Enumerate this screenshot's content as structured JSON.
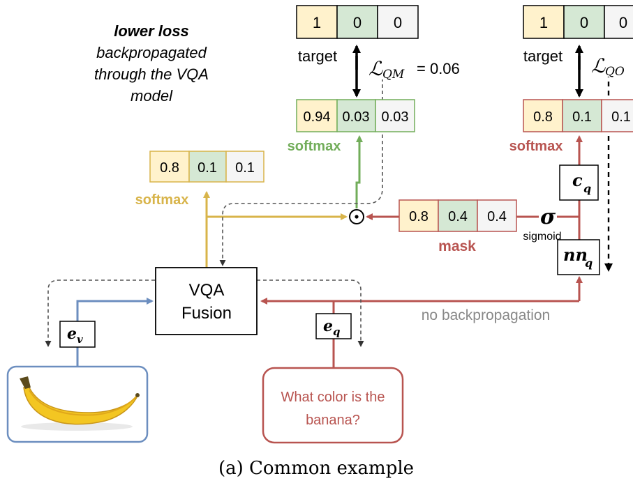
{
  "caption": "(a) Common example",
  "annotation": {
    "line1": "lower loss",
    "line2": "backpropagated",
    "line3": "through the VQA",
    "line4": "model"
  },
  "target_left": {
    "label": "target",
    "values": [
      "1",
      "0",
      "0"
    ]
  },
  "target_right": {
    "label": "target",
    "values": [
      "1",
      "0",
      "0"
    ]
  },
  "loss_qm": {
    "symbol": "ℒ",
    "subscript": "QM",
    "value": "= 0.06"
  },
  "loss_qo": {
    "symbol": "ℒ",
    "subscript": "QO"
  },
  "prob_qm": {
    "label": "softmax",
    "values": [
      "0.94",
      "0.03",
      "0.03"
    ]
  },
  "prob_q": {
    "label": "softmax",
    "values": [
      "0.8",
      "0.1",
      "0.1"
    ]
  },
  "prob_vqa": {
    "label": "softmax",
    "values": [
      "0.8",
      "0.1",
      "0.1"
    ]
  },
  "mask": {
    "label": "mask",
    "values": [
      "0.8",
      "0.4",
      "0.4"
    ]
  },
  "sigma": {
    "symbol": "σ",
    "label": "sigmoid"
  },
  "odot": "⊙",
  "c_q": {
    "base": "c",
    "sub": "q"
  },
  "nn_q": {
    "base": "nn",
    "sub": "q"
  },
  "e_v": {
    "base": "e",
    "sub": "v"
  },
  "e_q": {
    "base": "e",
    "sub": "q"
  },
  "fusion": {
    "line1": "VQA",
    "line2": "Fusion"
  },
  "no_backprop": "no backpropagation",
  "question": {
    "line1": "What color is the",
    "line2": "banana?"
  },
  "image_alt": "banana",
  "colors": {
    "yellow": "#d8b44a",
    "green": "#72ad5a",
    "red": "#b85450",
    "blue": "#6c8ebf",
    "cell_yellow": "#fff2cc",
    "cell_green": "#d5e8d4",
    "cell_gray": "#f5f5f5"
  }
}
